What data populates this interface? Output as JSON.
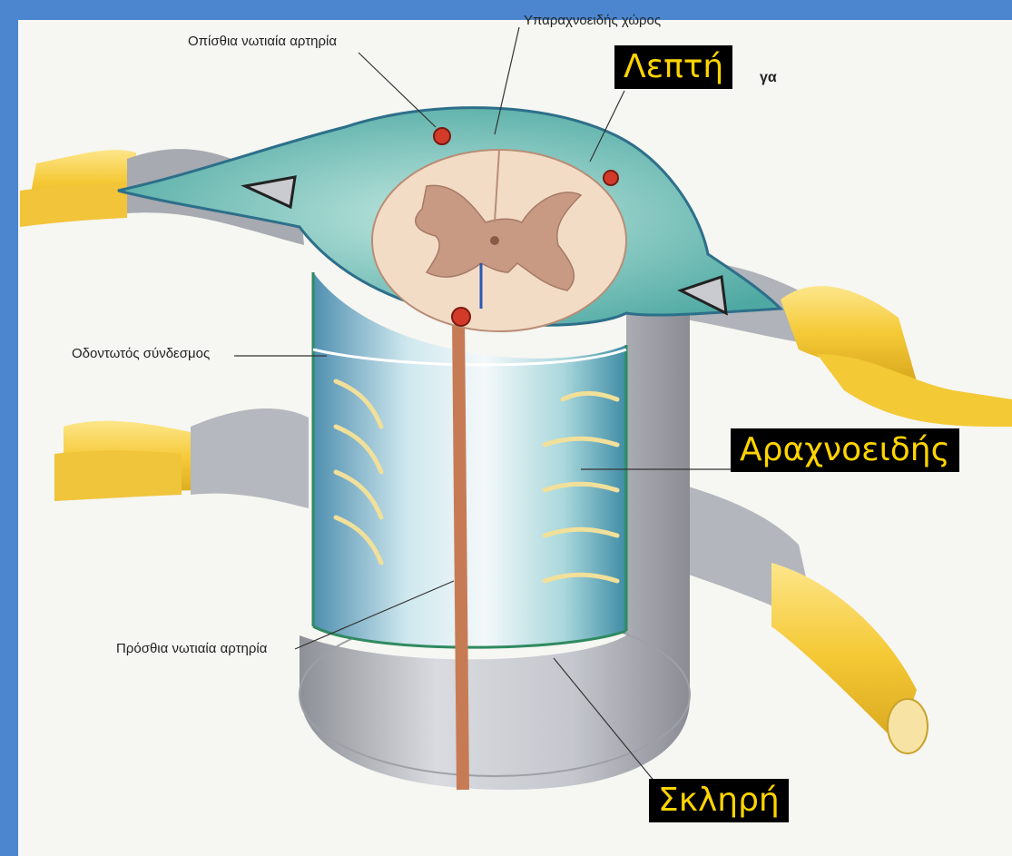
{
  "labels": {
    "posterior_artery": "Οπίσθια νωτιαία αρτηρία",
    "subarachnoid_space": "Υπαραχνοειδής χώρος",
    "denticulate_ligament": "Οδοντωτός σύνδεσμος",
    "anterior_artery": "Πρόσθια νωτιαία αρτηρία",
    "partial_text": "γα"
  },
  "tags": {
    "pia": "Λεπτή",
    "arachnoid": "Αραχνοειδής",
    "dura": "Σκληρή"
  },
  "colors": {
    "tag_background": "#000000",
    "tag_text": "#ffd400",
    "frame_border": "#4b86cf",
    "nerve": "#f7d24a",
    "dura": "#b9bcc2",
    "arachnoid": "#8fd0c8",
    "spinal_cord": "#f3dcc6",
    "grey_matter": "#c89a83",
    "artery": "#d23a2a"
  }
}
